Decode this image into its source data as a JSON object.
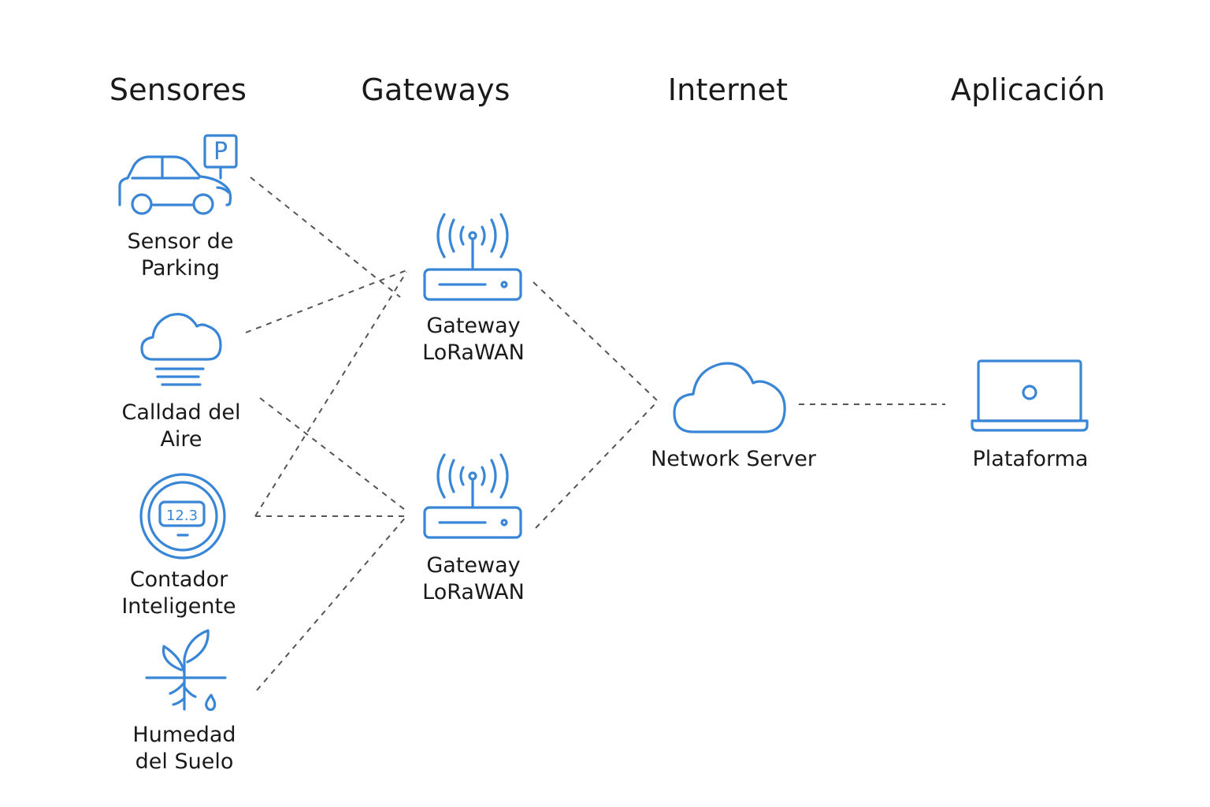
{
  "columns": {
    "sensors": "Sensores",
    "gateways": "Gateways",
    "internet": "Internet",
    "application": "Aplicación"
  },
  "sensors": [
    {
      "line1": "Sensor de",
      "line2": "Parking",
      "icon": "parking-car-icon"
    },
    {
      "line1": "Calldad del",
      "line2": "Aire",
      "icon": "cloud-wind-icon"
    },
    {
      "line1": "Contador",
      "line2": "Inteligente",
      "icon": "smart-meter-icon",
      "display": "12.3"
    },
    {
      "line1": "Humedad",
      "line2": "del Suelo",
      "icon": "soil-plant-icon"
    }
  ],
  "parking_sign": "P",
  "gateways": [
    {
      "line1": "Gateway",
      "line2": "LoRaWAN",
      "icon": "router-antenna-icon"
    },
    {
      "line1": "Gateway",
      "line2": "LoRaWAN",
      "icon": "router-antenna-icon"
    }
  ],
  "network_server": {
    "label": "Network Server",
    "icon": "cloud-icon"
  },
  "platform": {
    "label": "Plataforma",
    "icon": "laptop-icon"
  },
  "colors": {
    "accent": "#3a86d6",
    "link": "#555555",
    "text": "#1a1a1a"
  }
}
